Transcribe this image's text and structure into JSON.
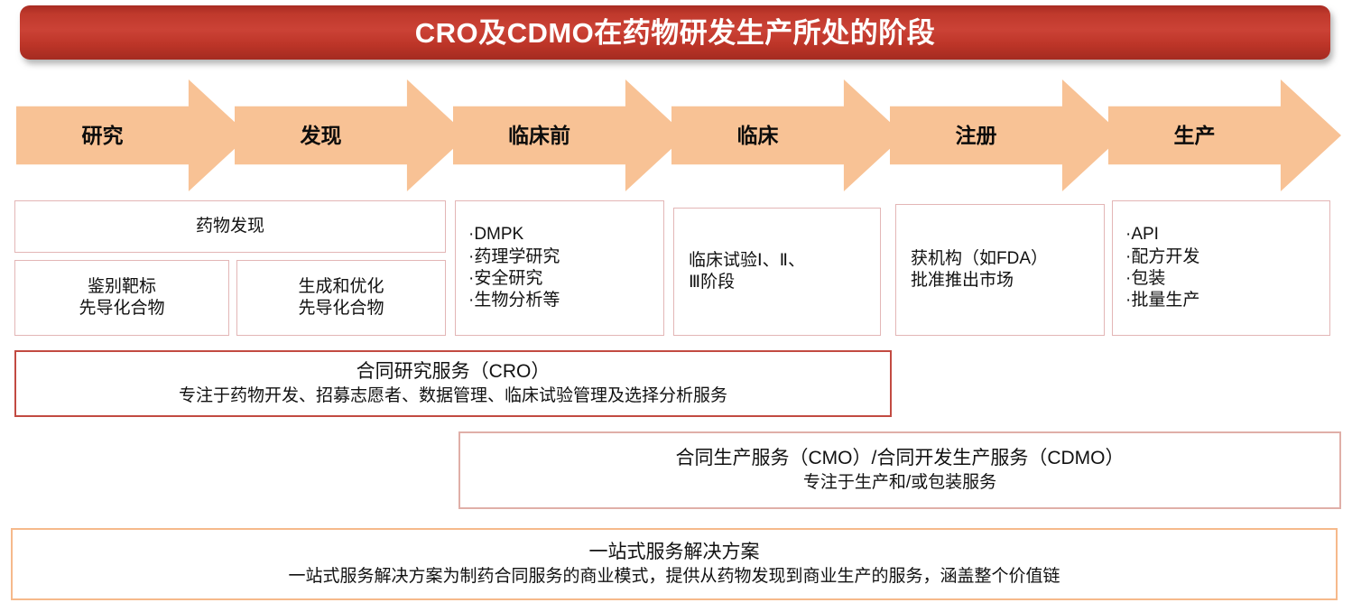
{
  "title": {
    "text": "CRO及CDMO在药物研发生产所处的阶段",
    "bg_color_top": "#c0392c",
    "bg_color_bottom": "#a42b21",
    "text_color": "#ffffff"
  },
  "stages": [
    {
      "label": "研究"
    },
    {
      "label": "发现"
    },
    {
      "label": "临床前"
    },
    {
      "label": "临床"
    },
    {
      "label": "注册"
    },
    {
      "label": "生产"
    }
  ],
  "stage_arrow_color": "#F8C295",
  "detail_boxes": {
    "drug_discovery": {
      "title": "药物发现"
    },
    "target_id": {
      "lines": [
        "鉴别靶标",
        "先导化合物"
      ]
    },
    "lead_opt": {
      "lines": [
        "生成和优化",
        "先导化合物"
      ]
    },
    "preclinical": {
      "lines": [
        "·DMPK",
        "·药理学研究",
        "·安全研究",
        "·生物分析等"
      ]
    },
    "clinical": {
      "lines": [
        "临床试验Ⅰ、Ⅱ、",
        "Ⅲ阶段"
      ]
    },
    "registration": {
      "lines": [
        "获机构（如FDA）",
        "批准推出市场"
      ]
    },
    "production": {
      "lines": [
        "·API",
        "·配方开发",
        "·包装",
        "·批量生产"
      ]
    },
    "border_color": "#E3B6B6"
  },
  "service_bands": {
    "cro": {
      "title": "合同研究服务（CRO）",
      "desc": "专注于药物开发、招募志愿者、数据管理、临床试验管理及选择分析服务",
      "border_color": "#C24A42"
    },
    "cmo": {
      "title": "合同生产服务（CMO）/合同开发生产服务（CDMO）",
      "desc": "专注于生产和/或包装服务",
      "border_color": "#E0AFA8"
    },
    "onestop": {
      "title": "一站式服务解决方案",
      "desc": "一站式服务解决方案为制药合同服务的商业模式，提供从药物发现到商业生产的服务，涵盖整个价值链",
      "border_color": "#F6B98B"
    }
  }
}
